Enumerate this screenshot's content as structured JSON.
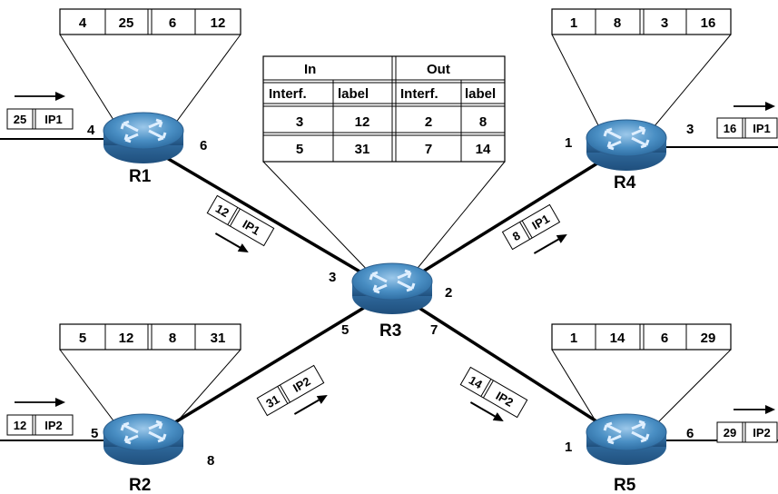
{
  "routers": [
    {
      "name": "R1",
      "left_port": "4",
      "right_port": "6",
      "table": [
        "4",
        "25",
        "6",
        "12"
      ],
      "packet": {
        "label": "25",
        "ip": "IP1"
      }
    },
    {
      "name": "R2",
      "left_port": "5",
      "right_port": "8",
      "table": [
        "5",
        "12",
        "8",
        "31"
      ],
      "packet": {
        "label": "12",
        "ip": "IP2"
      }
    },
    {
      "name": "R3",
      "ports": {
        "p3": "3",
        "p2": "2",
        "p5": "5",
        "p7": "7"
      }
    },
    {
      "name": "R4",
      "left_port": "1",
      "right_port": "3",
      "table": [
        "1",
        "8",
        "3",
        "16"
      ],
      "packet": {
        "label": "16",
        "ip": "IP1"
      }
    },
    {
      "name": "R5",
      "left_port": "1",
      "right_port": "6",
      "table": [
        "1",
        "14",
        "6",
        "29"
      ],
      "packet": {
        "label": "29",
        "ip": "IP2"
      }
    }
  ],
  "r3_table": {
    "in_header": "In",
    "out_header": "Out",
    "col_interf": "Interf.",
    "col_label": "label",
    "rows": [
      [
        "3",
        "12",
        "2",
        "8"
      ],
      [
        "5",
        "31",
        "7",
        "14"
      ]
    ]
  },
  "link_packets": [
    {
      "label": "12",
      "ip": "IP1"
    },
    {
      "label": "31",
      "ip": "IP2"
    },
    {
      "label": "8",
      "ip": "IP1"
    },
    {
      "label": "14",
      "ip": "IP2"
    }
  ],
  "colors": {
    "router_fill": "#4a8fc4",
    "router_dark": "#2b5f8f",
    "line": "#000000"
  }
}
